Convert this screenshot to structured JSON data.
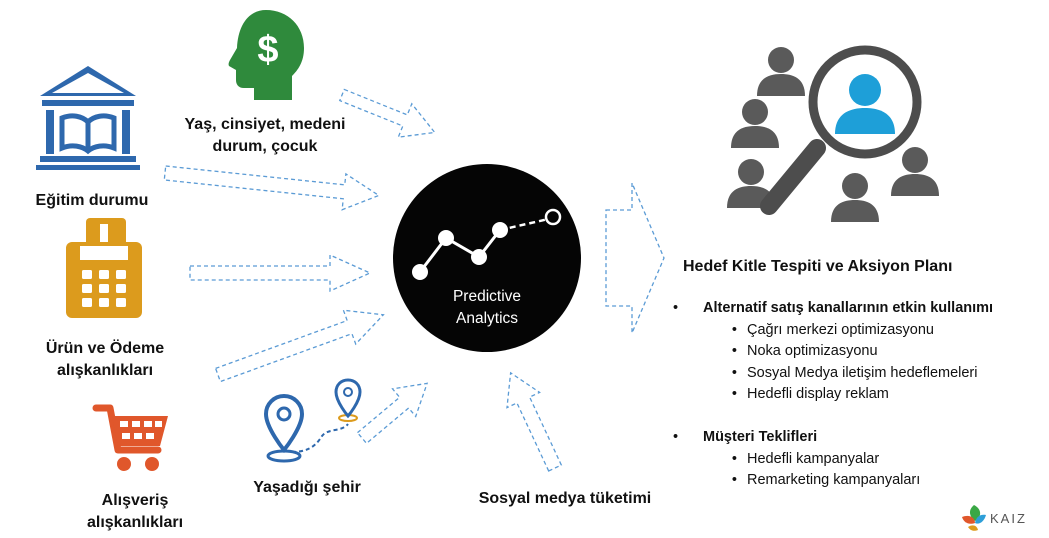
{
  "center": {
    "title_line1": "Predictive",
    "title_line2": "Analytics"
  },
  "inputs": {
    "education": "Eğitim durumu",
    "demographics_line1": "Yaş, cinsiyet, medeni",
    "demographics_line2": "durum, çocuk",
    "payment_line1": "Ürün ve Ödeme",
    "payment_line2": "alışkanlıkları",
    "shopping_line1": "Alışveriş",
    "shopping_line2": "alışkanlıkları",
    "city": "Yaşadığı şehir",
    "social": "Sosyal medya tüketimi"
  },
  "output": {
    "heading": "Hedef Kitle Tespiti  ve Aksiyon Planı",
    "groups": [
      {
        "title": "Alternatif satış kanallarının etkin kullanımı",
        "items": [
          "Çağrı merkezi optimizasyonu",
          "Noka optimizasyonu",
          "Sosyal Medya iletişim hedeflemeleri",
          "Hedefli display reklam"
        ]
      },
      {
        "title": "Müşteri Teklifleri",
        "items": [
          "Hedefli kampanyalar",
          "Remarketing kampanyaları"
        ]
      }
    ]
  },
  "logo": {
    "text": "KAIZ"
  },
  "colors": {
    "icon_blue": "#2e68ad",
    "dollar_green": "#2f8a3c",
    "payment_orange": "#dc9b1d",
    "cart_orange": "#e0572b",
    "arrow_blue": "#5b9bd5",
    "user_gray": "#5a5a5a",
    "user_highlight": "#1e9fd8"
  }
}
